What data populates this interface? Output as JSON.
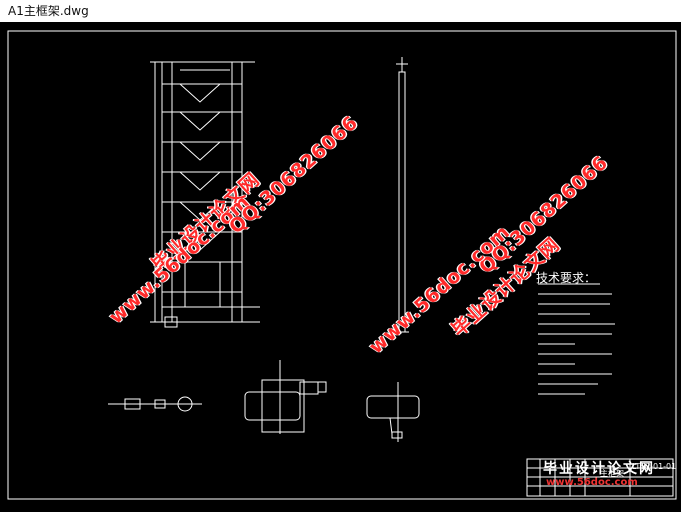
{
  "window": {
    "title": "A1主框架.dwg"
  },
  "watermarks": [
    {
      "text": "毕业设计论文网"
    },
    {
      "text": "www.56doc.com"
    },
    {
      "text": "QQ:306826066"
    },
    {
      "text": "QQ:306826066"
    },
    {
      "text": "www.56doc.com"
    },
    {
      "text": "毕业设计论文网"
    }
  ],
  "notes": {
    "heading": "技术要求："
  },
  "title_block": {
    "name": "主框架",
    "code": "LTTC-01-01"
  },
  "footer": {
    "brand": "毕业设计论文网",
    "url": "www.56doc.com"
  },
  "colors": {
    "background": "#000000",
    "lines": "#ffffff",
    "watermark": "#ff2a2a"
  }
}
